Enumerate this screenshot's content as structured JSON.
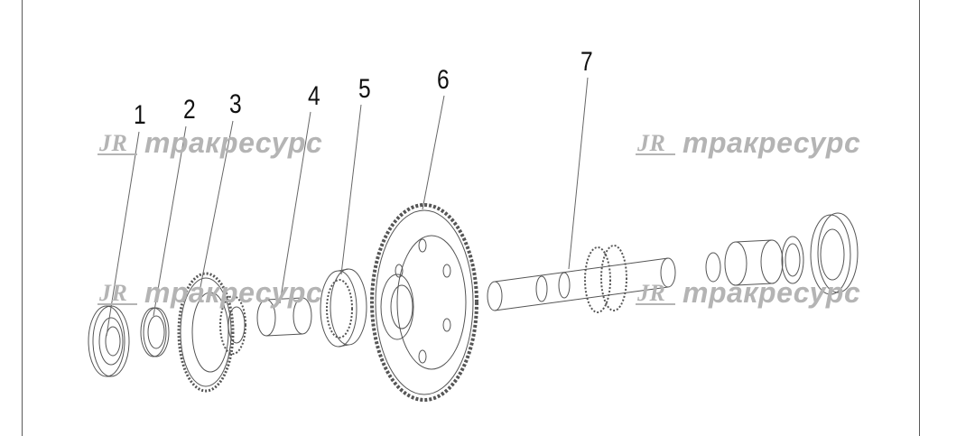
{
  "callouts": [
    "1",
    "2",
    "3",
    "4",
    "5",
    "6",
    "7"
  ],
  "watermark": {
    "text": "тракресурс"
  },
  "colors": {
    "line": "#555555",
    "watermark": "#b4b4b4",
    "background": "#ffffff"
  }
}
